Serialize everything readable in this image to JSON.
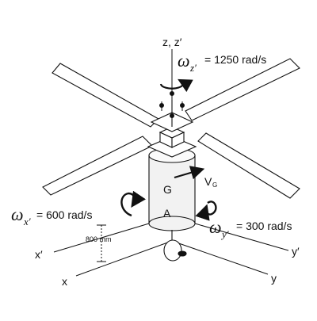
{
  "labels": {
    "axis_z": "z, z′",
    "omega_symbol": "ω",
    "omega_z_sub": "z′",
    "omega_z_value": "= 1250 rad/s",
    "omega_x_sub": "x′",
    "omega_x_value": "= 600 rad/s",
    "omega_y_sub": "y′",
    "omega_y_value": "= 300 rad/s",
    "point_g": "G",
    "point_a": "A",
    "velocity_v": "V",
    "velocity_sub": "G",
    "dimension": "800 mm",
    "axis_x_prime": "x′",
    "axis_x": "x",
    "axis_y_prime": "y′",
    "axis_y": "y"
  },
  "colors": {
    "ink": "#111111",
    "blade_fill": "#ffffff",
    "body_fill": "#f2f2f2"
  }
}
